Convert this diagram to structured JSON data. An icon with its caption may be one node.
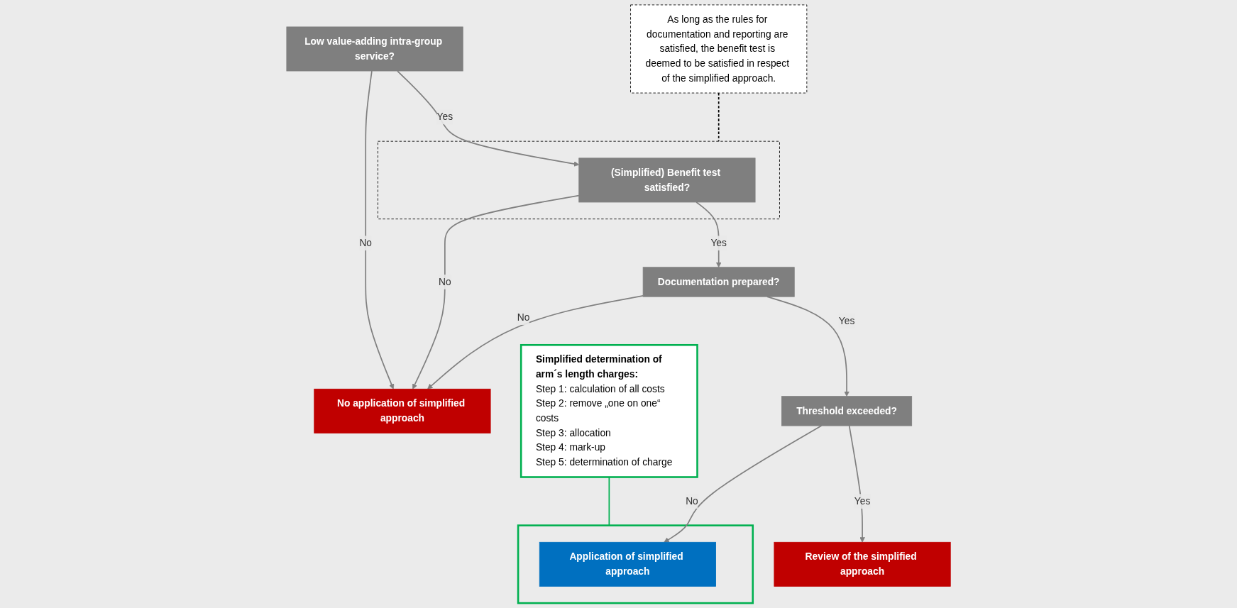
{
  "diagram": {
    "nodes": [
      {
        "text": [
          "Low value-adding intra-group service?"
        ]
      },
      {
        "text": [
          "As long as the rules for documentation and reporting are satisfied, the benefit test is deemed to be satisfied in respect of the simplified approach."
        ]
      },
      {
        "text": [],
        "shape": "box"
      },
      {
        "text": [
          "(Simplified) Benefit test satisfied?"
        ],
        "in": 2
      },
      {
        "text": [
          "No application of simplified approach"
        ]
      },
      {
        "text": [
          "Simplified determination of arm´s length charges:",
          "Step 1: calculation of all costs",
          "Step 2: remove „one on one“ costs",
          "Step 3: allocation",
          "Step 4: mark-up",
          "Step 5: determination of charge"
        ]
      },
      {
        "text": [
          "Documentation prepared?"
        ]
      },
      {
        "text": [
          "Threshold exceeded?"
        ]
      },
      {
        "text": [],
        "shape": "box"
      },
      {
        "text": [
          "Application of simplified approach"
        ],
        "in": 8
      },
      {
        "text": [
          "Review of the simplified approach"
        ]
      }
    ],
    "edges": [
      {
        "from": 0,
        "to": 4,
        "arrow": "to",
        "label": "No"
      },
      {
        "from": 0,
        "to": 3,
        "arrow": "to",
        "label": "Yes"
      },
      {
        "from": 1,
        "to": 2,
        "arrow": "none",
        "style": "dashed",
        "color": "#000000"
      },
      {
        "from": 3,
        "to": 4,
        "arrow": "to",
        "label": "No"
      },
      {
        "from": 3,
        "to": 6,
        "arrow": "to",
        "label": "Yes"
      },
      {
        "from": 6,
        "to": 4,
        "arrow": "to",
        "label": "No"
      },
      {
        "from": 6,
        "to": 7,
        "arrow": "to",
        "label": "Yes"
      },
      {
        "from": 7,
        "to": 9,
        "arrow": "to",
        "label": "No"
      },
      {
        "from": 7,
        "to": 10,
        "arrow": "to",
        "label": "Yes"
      },
      {
        "from": 5,
        "to": 8,
        "arrow": "none",
        "color": "#00b050"
      }
    ]
  }
}
